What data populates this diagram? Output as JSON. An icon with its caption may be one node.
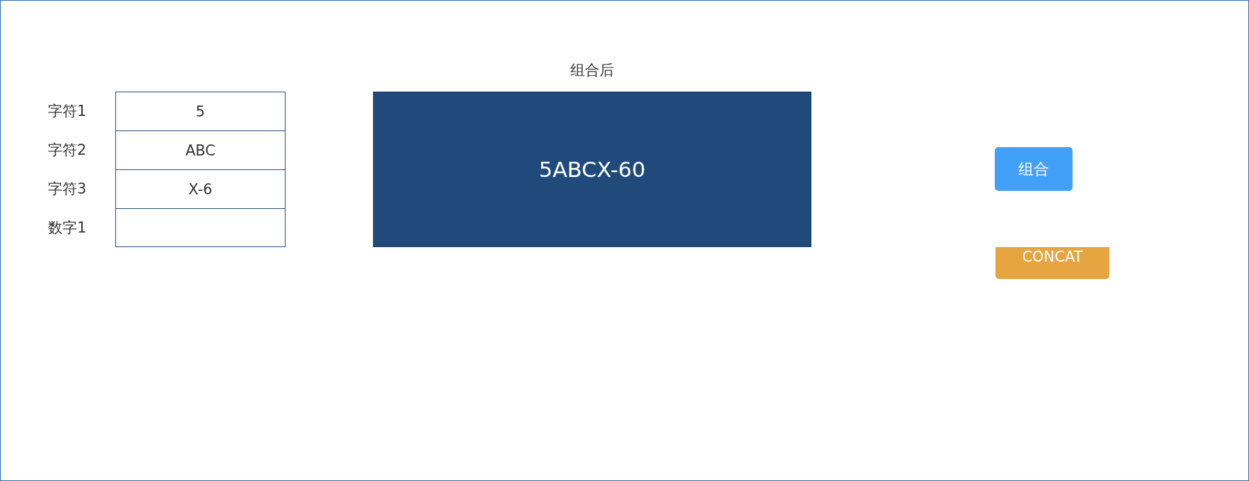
{
  "diagram": {
    "nodes": [
      {
        "text": [
          "5"
        ],
        "beside": [
          "字符1"
        ]
      },
      {
        "text": [
          "ABC"
        ],
        "beside": [
          "字符2"
        ]
      },
      {
        "text": [
          "X-6"
        ],
        "beside": [
          "字符3"
        ]
      },
      {
        "text": [],
        "shape": "box",
        "beside": [
          "数字1"
        ]
      },
      {
        "text": [
          "组合后",
          "5ABCX-60"
        ]
      },
      {
        "text": [
          "组合"
        ]
      },
      {
        "text": [
          "CONCAT"
        ]
      }
    ]
  }
}
